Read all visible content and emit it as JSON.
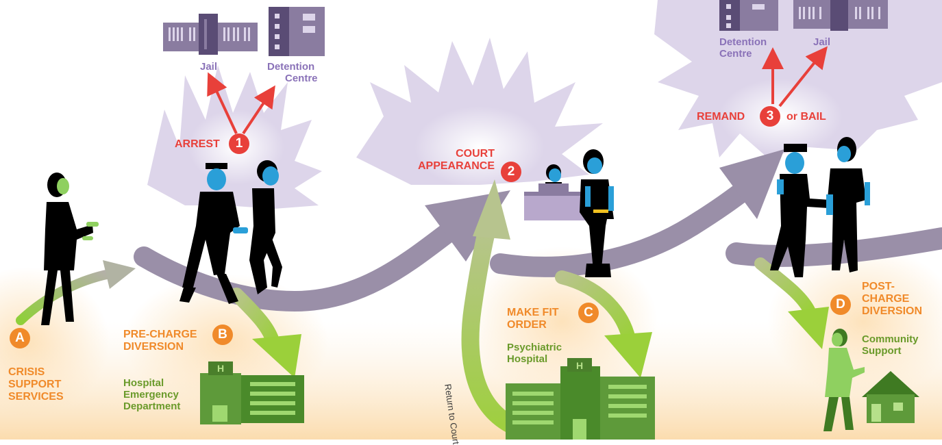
{
  "steps": {
    "arrest": {
      "label": "ARREST",
      "number": "1"
    },
    "court": {
      "label_line1": "COURT",
      "label_line2": "APPEARANCE",
      "number": "2"
    },
    "remand": {
      "label_left": "REMAND",
      "number": "3",
      "label_right": "or BAIL"
    }
  },
  "facilities_step1": {
    "jail": "Jail",
    "detention_line1": "Detention",
    "detention_line2": "Centre"
  },
  "facilities_step3": {
    "detention_line1": "Detention",
    "detention_line2": "Centre",
    "jail": "Jail"
  },
  "diversions": {
    "a": {
      "letter": "A",
      "line1": "CRISIS",
      "line2": "SUPPORT",
      "line3": "SERVICES"
    },
    "b": {
      "letter": "B",
      "line1": "PRE-CHARGE",
      "line2": "DIVERSION",
      "dest_line1": "Hospital",
      "dest_line2": "Emergency",
      "dest_line3": "Department"
    },
    "c": {
      "letter": "C",
      "line1": "MAKE FIT",
      "line2": "ORDER",
      "dest_line1": "Psychiatric",
      "dest_line2": "Hospital"
    },
    "d": {
      "letter": "D",
      "line1": "POST-",
      "line2": "CHARGE",
      "line3": "DIVERSION",
      "dest_line1": "Community",
      "dest_line2": "Support"
    }
  },
  "return_label": "Return to Court",
  "building_sign": "H",
  "colors": {
    "red": "#e8403a",
    "orange": "#f08a2a",
    "green_text": "#6a9a2a",
    "purple_text": "#8a72b8",
    "path": "#9a8fa8",
    "skin_blue": "#2a9fd8",
    "skin_green": "#8fd060",
    "building_green": "#5e9a3a",
    "building_purple": "#8a7ca0",
    "glow_orange": "#fde7c8",
    "burst_purple": "#ddd5ea"
  }
}
